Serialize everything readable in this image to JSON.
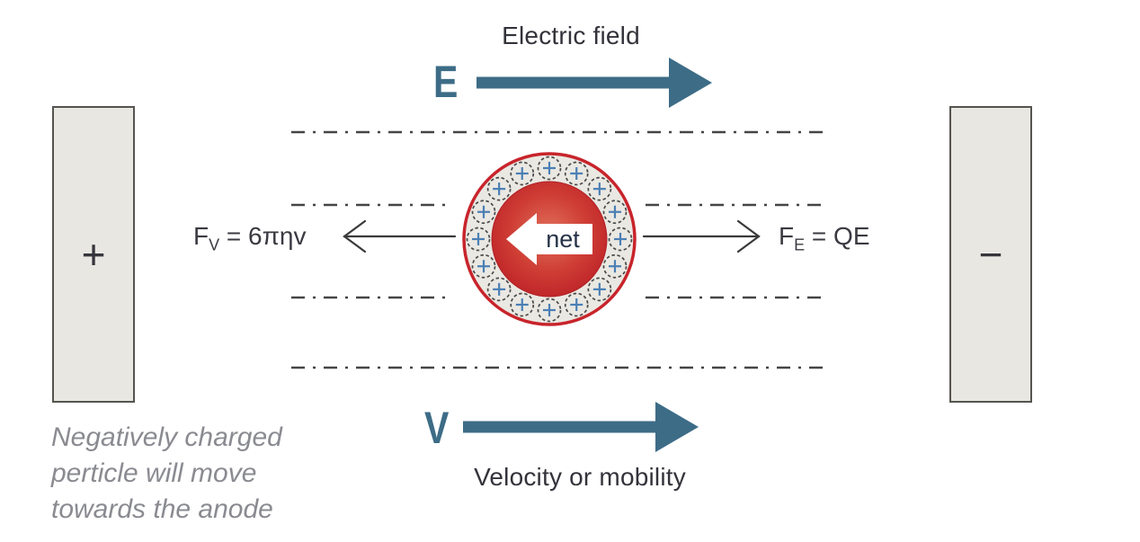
{
  "diagram": {
    "title_top": "Electric field",
    "e_symbol": "E",
    "v_symbol": "V",
    "bottom_label": "Velocity or mobility",
    "left_electrode_sign": "+",
    "right_electrode_sign": "−",
    "net_label": "net",
    "forces": {
      "viscous": {
        "symbol": "F",
        "subscript": "V",
        "equation": " = 6πηv"
      },
      "electric": {
        "symbol": "F",
        "subscript": "E",
        "equation": " = QE"
      }
    },
    "caption_lines": {
      "0": "Negatively charged",
      "1": "perticle will move",
      "2": "towards the anode"
    },
    "particle": {
      "ion_symbol": "+",
      "ion_count": 16
    },
    "colors": {
      "teal_arrow": "#3d6c87",
      "ink_text": "#33333b",
      "thin_arrow": "#3a3a3a",
      "dash_line": "#454545",
      "particle_border_red": "#c8242b",
      "particle_center_red": "#e0705c",
      "particle_edge_red": "#bd2127",
      "particle_ring_fill": "#eae8e2",
      "ion_blue": "#4a7fb5",
      "electrode_fill": "#e9e7e2",
      "caption_gray": "#8a8b91",
      "net_text": "#263247"
    }
  }
}
